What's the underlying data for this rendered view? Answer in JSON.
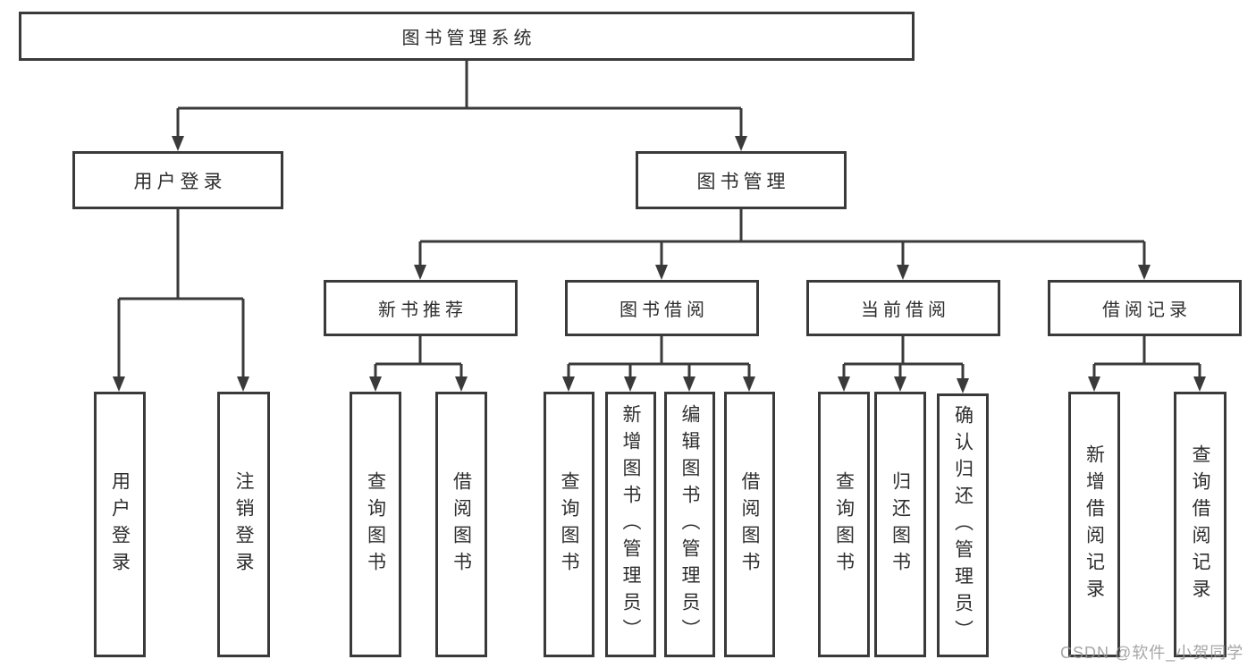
{
  "diagram_title": "图书管理系统",
  "colors": {
    "line": "#3a3a3a",
    "box_border": "#3a3a3a",
    "text": "#2e2e2e",
    "background": "#ffffff",
    "watermark": "#9b9b9b"
  },
  "watermark": "CSDN @软件_小贺同学",
  "nodes": {
    "root": {
      "label": "图书管理系统"
    },
    "level2": {
      "user_login": {
        "label": "用户登录"
      },
      "book_management": {
        "label": "图书管理"
      }
    },
    "level3": {
      "new_book_recommend": {
        "label": "新书推荐"
      },
      "book_borrow": {
        "label": "图书借阅"
      },
      "current_borrow": {
        "label": "当前借阅"
      },
      "borrow_record": {
        "label": "借阅记录"
      }
    },
    "level4": {
      "login": {
        "label": "用户登录"
      },
      "logout": {
        "label": "注销登录"
      },
      "nbr_query_book": {
        "label": "查询图书"
      },
      "nbr_borrow_book": {
        "label": "借阅图书"
      },
      "bb_query_book": {
        "label": "查询图书"
      },
      "bb_add_book": {
        "label": "新增图书（管理员）"
      },
      "bb_edit_book": {
        "label": "编辑图书（管理员）"
      },
      "bb_borrow_book": {
        "label": "借阅图书"
      },
      "cb_query_book": {
        "label": "查询图书"
      },
      "cb_return_book": {
        "label": "归还图书"
      },
      "cb_confirm_return": {
        "label": "确认归还（管理员）"
      },
      "br_add_record": {
        "label": "新增借阅记录"
      },
      "br_query_record": {
        "label": "查询借阅记录"
      }
    }
  }
}
